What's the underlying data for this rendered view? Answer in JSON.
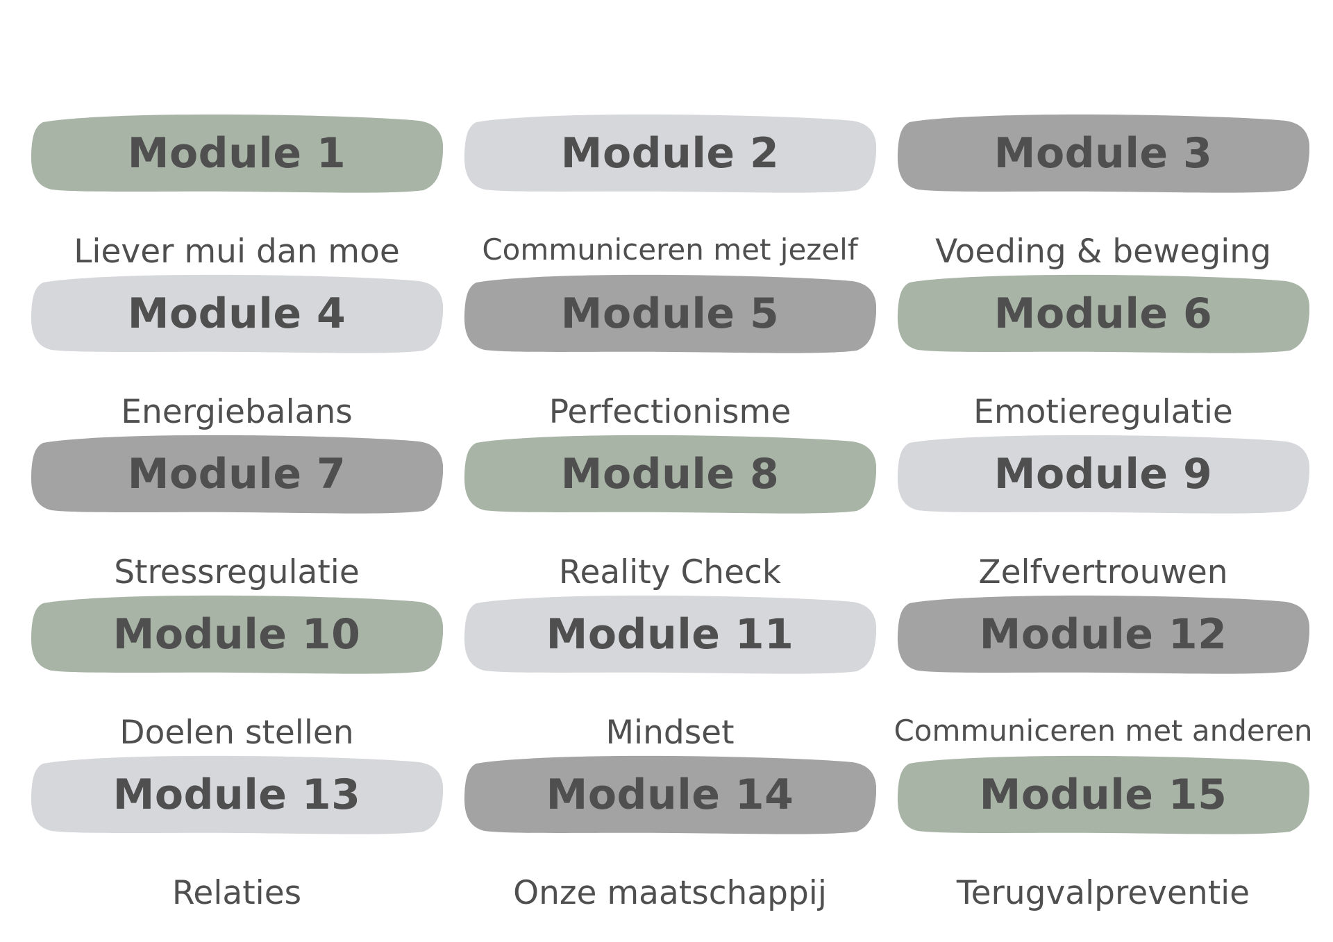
{
  "colors": {
    "sage": "#a8b5a6",
    "light": "#d6d7db",
    "mid": "#a3a3a3",
    "text": "#4f4f4f"
  },
  "modules": [
    {
      "label": "Module 1",
      "subtitle": "Liever mui dan moe",
      "color": "sage"
    },
    {
      "label": "Module 2",
      "subtitle": "Communiceren met jezelf",
      "color": "light"
    },
    {
      "label": "Module 3",
      "subtitle": "Voeding & beweging",
      "color": "mid"
    },
    {
      "label": "Module 4",
      "subtitle": "Energiebalans",
      "color": "light"
    },
    {
      "label": "Module 5",
      "subtitle": "Perfectionisme",
      "color": "mid"
    },
    {
      "label": "Module 6",
      "subtitle": "Emotieregulatie",
      "color": "sage"
    },
    {
      "label": "Module 7",
      "subtitle": "Stressregulatie",
      "color": "mid"
    },
    {
      "label": "Module 8",
      "subtitle": "Reality Check",
      "color": "sage"
    },
    {
      "label": "Module 9",
      "subtitle": "Zelfvertrouwen",
      "color": "light"
    },
    {
      "label": "Module 10",
      "subtitle": "Doelen stellen",
      "color": "sage"
    },
    {
      "label": "Module 11",
      "subtitle": "Mindset",
      "color": "light"
    },
    {
      "label": "Module 12",
      "subtitle": "Communiceren met anderen",
      "color": "mid"
    },
    {
      "label": "Module 13",
      "subtitle": "Relaties",
      "color": "light"
    },
    {
      "label": "Module 14",
      "subtitle": "Onze maatschappij",
      "color": "mid"
    },
    {
      "label": "Module 15",
      "subtitle": "Terugvalpreventie",
      "color": "sage"
    }
  ]
}
